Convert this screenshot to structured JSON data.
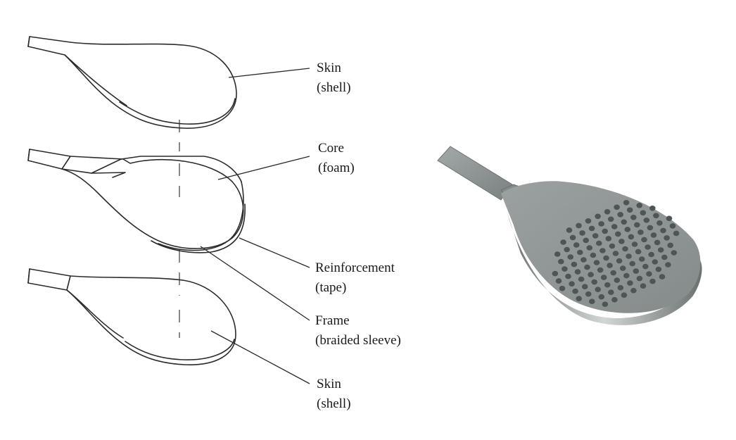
{
  "labels": {
    "skin_top": {
      "line1": "Skin",
      "line2": "(shell)"
    },
    "core": {
      "line1": "Core",
      "line2": "(foam)"
    },
    "reinforcement": {
      "line1": "Reinforcement",
      "line2": "(tape)"
    },
    "frame": {
      "line1": "Frame",
      "line2": "(braided sleeve)"
    },
    "skin_bottom": {
      "line1": "Skin",
      "line2": "(shell)"
    }
  },
  "colors": {
    "line": "#2b2b2b",
    "racket_body": "#8e9493",
    "racket_shadow": "#5e6463",
    "racket_highlight": "#c9cdcc",
    "hole": "#4f5554"
  },
  "icons": {
    "racket_render": "padel-racket-3d"
  }
}
